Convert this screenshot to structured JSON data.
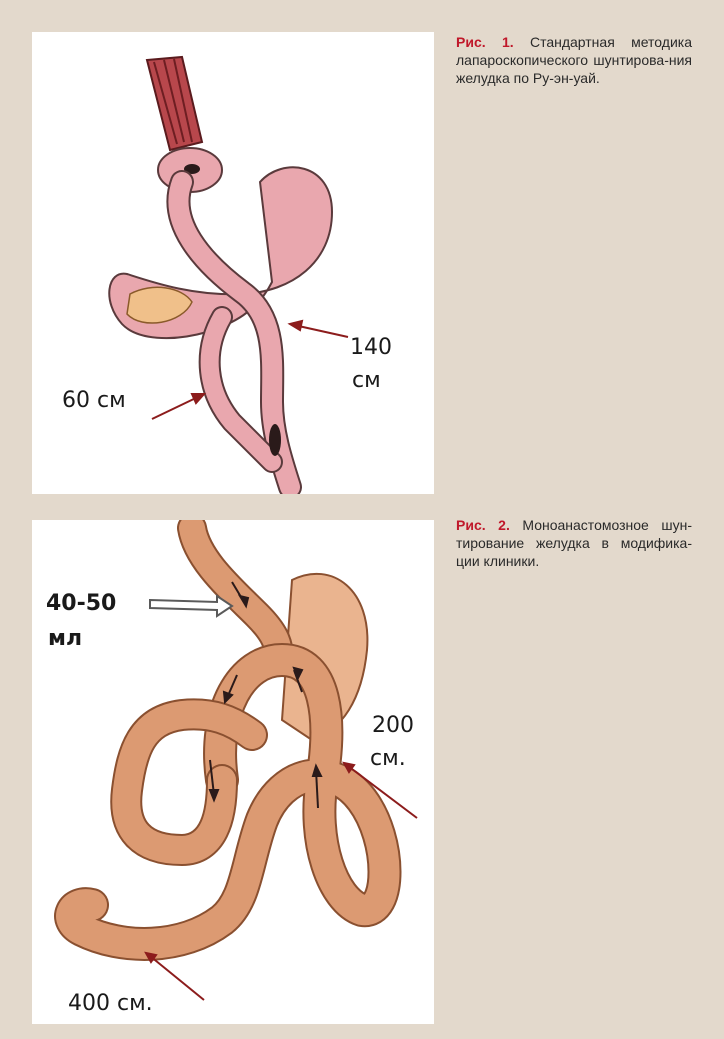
{
  "figure1": {
    "label": "Рис. 1.",
    "caption": " Стандартная методика лапароскопического шунтирова-ния желудка по Ру-эн-уай.",
    "labels": {
      "limb_140_num": "140",
      "limb_140_unit": "см",
      "limb_60": "60 см"
    }
  },
  "figure2": {
    "label": "Рис. 2.",
    "caption": " Моноанастомозное шун-тирование желудка в модифика-ции клиники.",
    "labels": {
      "pouch_num": "40-50",
      "pouch_unit": "мл",
      "limb_200_num": "200",
      "limb_200_unit": "см.",
      "limb_400": "400 см."
    }
  },
  "colors": {
    "background": "#e3d9cc",
    "panel": "#ffffff",
    "caption_label": "#c0182a",
    "arrow": "#8c1c1c",
    "stomach_pink": "#e9a7ae",
    "intestine_orange": "#dc9a72"
  }
}
